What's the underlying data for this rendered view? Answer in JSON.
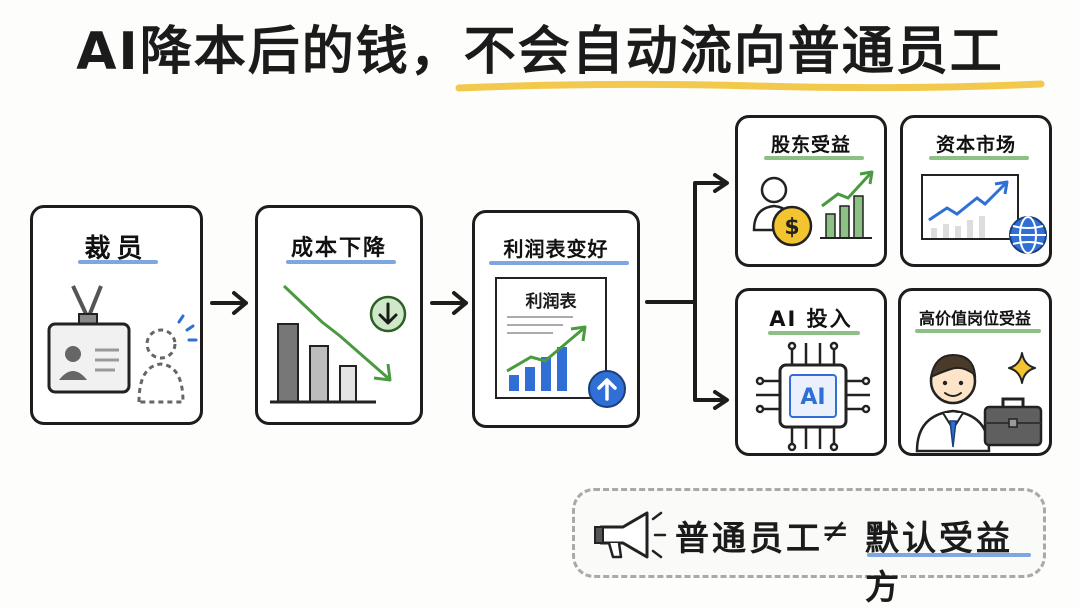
{
  "title": {
    "part1": "AI降本后的钱，",
    "part2": "不会自动流向普通员工"
  },
  "flow": {
    "step1": {
      "label": "裁员"
    },
    "step2": {
      "label": "成本下降"
    },
    "step3": {
      "label": "利润表变好",
      "doc_title": "利润表"
    }
  },
  "outcomes": {
    "shareholders": {
      "label": "股东受益"
    },
    "capital_market": {
      "label": "资本市场"
    },
    "ai_investment": {
      "label": "AI 投入",
      "chip_text": "AI"
    },
    "high_value_roles": {
      "label": "高价值岗位受益"
    }
  },
  "note": {
    "left": "普通员工",
    "symbol": "≠",
    "right": "默认受益方"
  },
  "colors": {
    "highlight_yellow": "#f2c94c",
    "underline_blue": "#7ea6e0",
    "underline_green": "#8cc084",
    "accent_blue": "#2f6fd6",
    "accent_green": "#4a9a3f",
    "coin_gold": "#f4c430"
  },
  "icons": [
    "id-badge-icon",
    "dashed-person-icon",
    "down-arrow-icon",
    "up-arrow-icon",
    "coin-icon",
    "person-icon",
    "chart-icon",
    "globe-icon",
    "chip-icon",
    "businessman-icon",
    "sparkle-icon",
    "briefcase-icon",
    "megaphone-icon"
  ]
}
